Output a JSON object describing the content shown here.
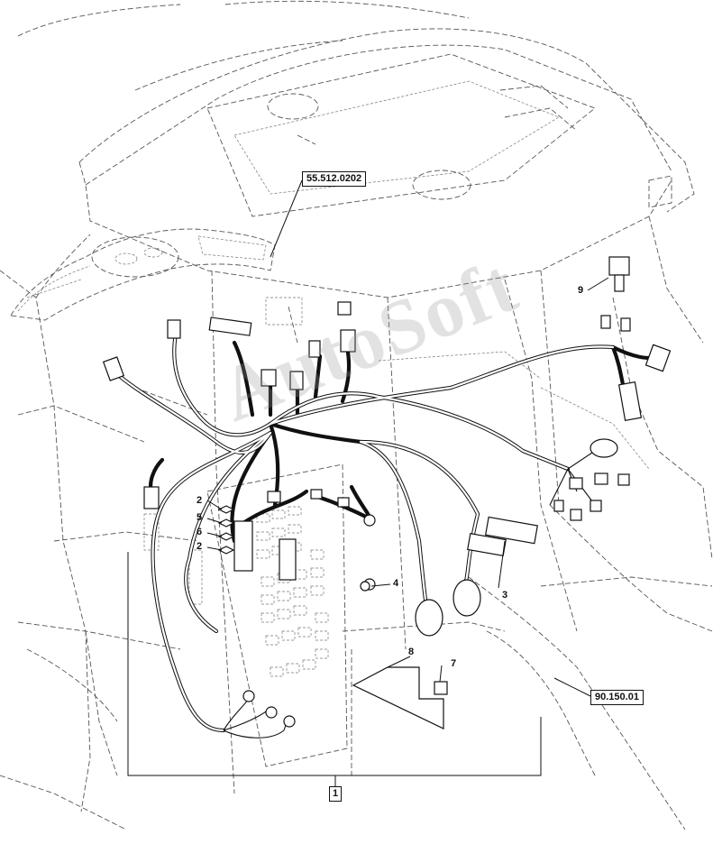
{
  "references": {
    "top": "55.512.0202",
    "right": "90.150.01",
    "assembly": "1"
  },
  "callouts": {
    "c2a": "2",
    "c5": "5",
    "c6": "6",
    "c2b": "2",
    "c3": "3",
    "c4": "4",
    "c7": "7",
    "c8": "8",
    "c9": "9"
  },
  "watermark": "AutoSoft"
}
